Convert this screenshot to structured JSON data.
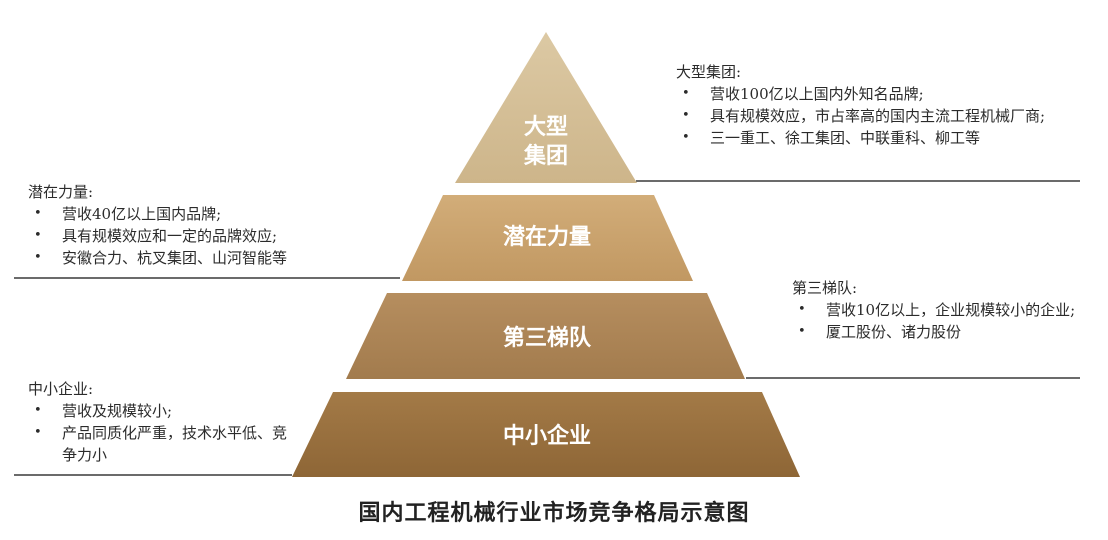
{
  "tiers": [
    {
      "label_line1": "大型",
      "label_line2": "集团",
      "color": "#d4bf95"
    },
    {
      "label": "潜在力量",
      "color": "#c9a26c"
    },
    {
      "label": "第三梯队",
      "color": "#ac8456"
    },
    {
      "label": "中小企业",
      "color": "#98703f"
    }
  ],
  "annotations": {
    "large": {
      "title": "大型集团:",
      "items": [
        "营收100亿以上国内外知名品牌;",
        "具有规模效应，市占率高的国内主流工程机械厂商;",
        "三一重工、徐工集团、中联重科、柳工等"
      ]
    },
    "potential": {
      "title": "潜在力量:",
      "items": [
        "营收40亿以上国内品牌;",
        "具有规模效应和一定的品牌效应;",
        "安徽合力、杭叉集团、山河智能等"
      ]
    },
    "third": {
      "title": "第三梯队:",
      "items": [
        "营收10亿以上，企业规模较小的企业;",
        "厦工股份、诸力股份"
      ]
    },
    "sme": {
      "title": "中小企业:",
      "items": [
        "营收及规模较小;",
        "产品同质化严重，技术水平低、竞争力小"
      ]
    }
  },
  "caption": "国内工程机械行业市场竞争格局示意图"
}
